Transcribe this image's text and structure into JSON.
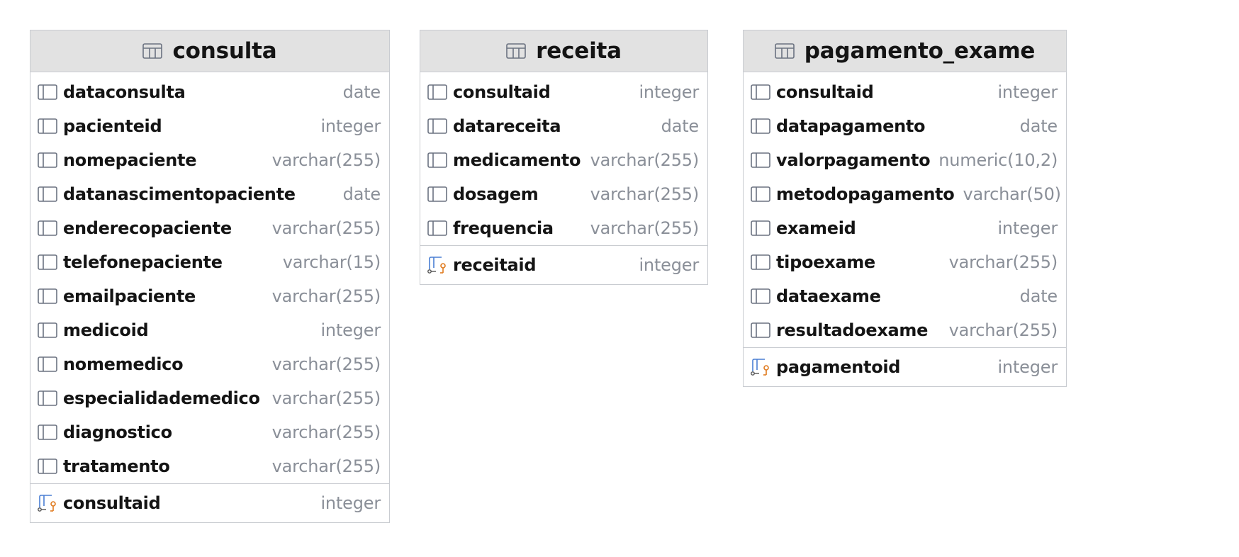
{
  "tables": [
    {
      "name": "consulta",
      "columns": [
        {
          "name": "dataconsulta",
          "type": "date"
        },
        {
          "name": "pacienteid",
          "type": "integer"
        },
        {
          "name": "nomepaciente",
          "type": "varchar(255)"
        },
        {
          "name": "datanascimentopaciente",
          "type": "date"
        },
        {
          "name": "enderecopaciente",
          "type": "varchar(255)"
        },
        {
          "name": "telefonepaciente",
          "type": "varchar(15)"
        },
        {
          "name": "emailpaciente",
          "type": "varchar(255)"
        },
        {
          "name": "medicoid",
          "type": "integer"
        },
        {
          "name": "nomemedico",
          "type": "varchar(255)"
        },
        {
          "name": "especialidademedico",
          "type": "varchar(255)"
        },
        {
          "name": "diagnostico",
          "type": "varchar(255)"
        },
        {
          "name": "tratamento",
          "type": "varchar(255)"
        }
      ],
      "primary_key": {
        "name": "consultaid",
        "type": "integer"
      }
    },
    {
      "name": "receita",
      "columns": [
        {
          "name": "consultaid",
          "type": "integer"
        },
        {
          "name": "datareceita",
          "type": "date"
        },
        {
          "name": "medicamento",
          "type": "varchar(255)"
        },
        {
          "name": "dosagem",
          "type": "varchar(255)"
        },
        {
          "name": "frequencia",
          "type": "varchar(255)"
        }
      ],
      "primary_key": {
        "name": "receitaid",
        "type": "integer"
      }
    },
    {
      "name": "pagamento_exame",
      "columns": [
        {
          "name": "consultaid",
          "type": "integer"
        },
        {
          "name": "datapagamento",
          "type": "date"
        },
        {
          "name": "valorpagamento",
          "type": "numeric(10,2)"
        },
        {
          "name": "metodopagamento",
          "type": "varchar(50)"
        },
        {
          "name": "exameid",
          "type": "integer"
        },
        {
          "name": "tipoexame",
          "type": "varchar(255)"
        },
        {
          "name": "dataexame",
          "type": "date"
        },
        {
          "name": "resultadoexame",
          "type": "varchar(255)"
        }
      ],
      "primary_key": {
        "name": "pagamentoid",
        "type": "integer"
      }
    }
  ],
  "icons": {
    "table": "table-grid-icon",
    "column": "column-icon",
    "primary_key": "primary-key-icon"
  },
  "colors": {
    "header_bg": "#e2e2e2",
    "border": "#c9ccd1",
    "name_text": "#141414",
    "type_text": "#8a8f98",
    "key_blue": "#4a7fd4",
    "key_orange": "#e07b1f"
  }
}
